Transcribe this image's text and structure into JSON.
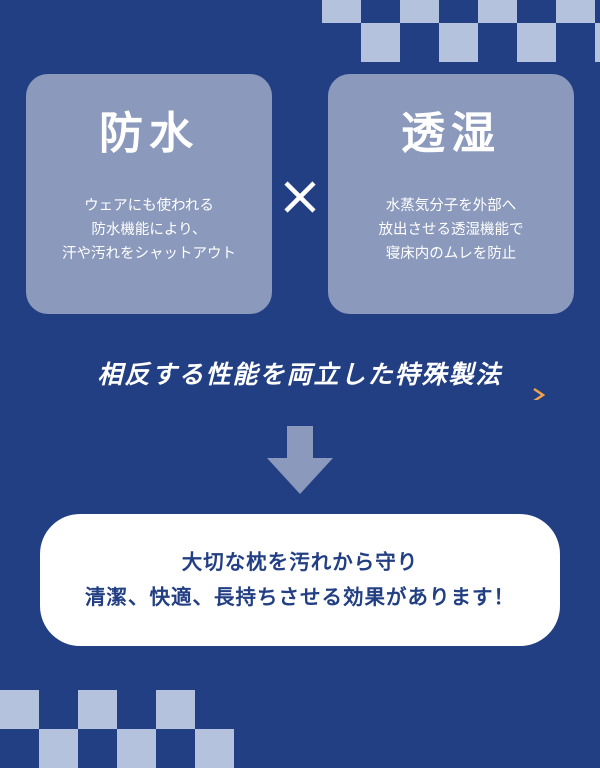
{
  "colors": {
    "background": "#233f84",
    "card": "#8b99bc",
    "checker": "#b5c2dd",
    "accent_gradient": [
      "#e8455c",
      "#f0a34c"
    ]
  },
  "cards": [
    {
      "title": "防水",
      "lines": "ウェアにも使われる\n防水機能により、\n汗や汚れをシャットアウト"
    },
    {
      "title": "透湿",
      "lines": "水蒸気分子を外部へ\n放出させる透湿機能で\n寝床内のムレを防止"
    }
  ],
  "combine_symbol": "times-icon",
  "headline": "相反する性能を両立した特殊製法",
  "arrow_icon": "down-arrow-icon",
  "result": {
    "line1": "大切な枕を汚れから守り",
    "line2": "清潔、快適、長持ちさせる効果があります！"
  }
}
